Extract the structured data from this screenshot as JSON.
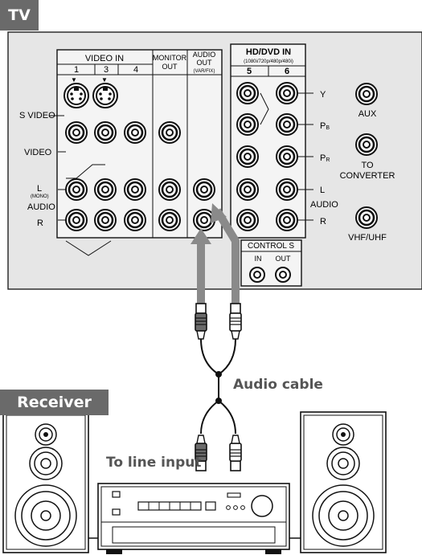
{
  "badges": {
    "tv": "TV",
    "receiver": "Receiver"
  },
  "video_in_panel": {
    "title": "VIDEO IN",
    "inputs": [
      "1",
      "3",
      "4"
    ],
    "monitor_out": [
      "MONITOR",
      "OUT"
    ],
    "audio_out": [
      "AUDIO",
      "OUT",
      "(VAR/FIX)"
    ]
  },
  "row_labels": {
    "s_video": "S VIDEO",
    "video": "VIDEO",
    "l": "L",
    "mono": "(MONO)",
    "audio": "AUDIO",
    "r": "R"
  },
  "hd_panel": {
    "title": "HD/DVD IN",
    "subtitle": "(1080i/720p/480p/480i)",
    "inputs": [
      "5",
      "6"
    ],
    "y": "Y",
    "pb": "P",
    "pb_sub": "B",
    "pr": "P",
    "pr_sub": "R",
    "l": "L",
    "audio": "AUDIO",
    "r": "R"
  },
  "antenna": {
    "aux": "AUX",
    "to": "TO",
    "converter": "CONVERTER",
    "vhf_uhf": "VHF/UHF"
  },
  "control_s": {
    "title": "CONTROL S",
    "in": "IN",
    "out": "OUT"
  },
  "callouts": {
    "audio_cable": "Audio cable",
    "to_line_input": "To line input"
  }
}
